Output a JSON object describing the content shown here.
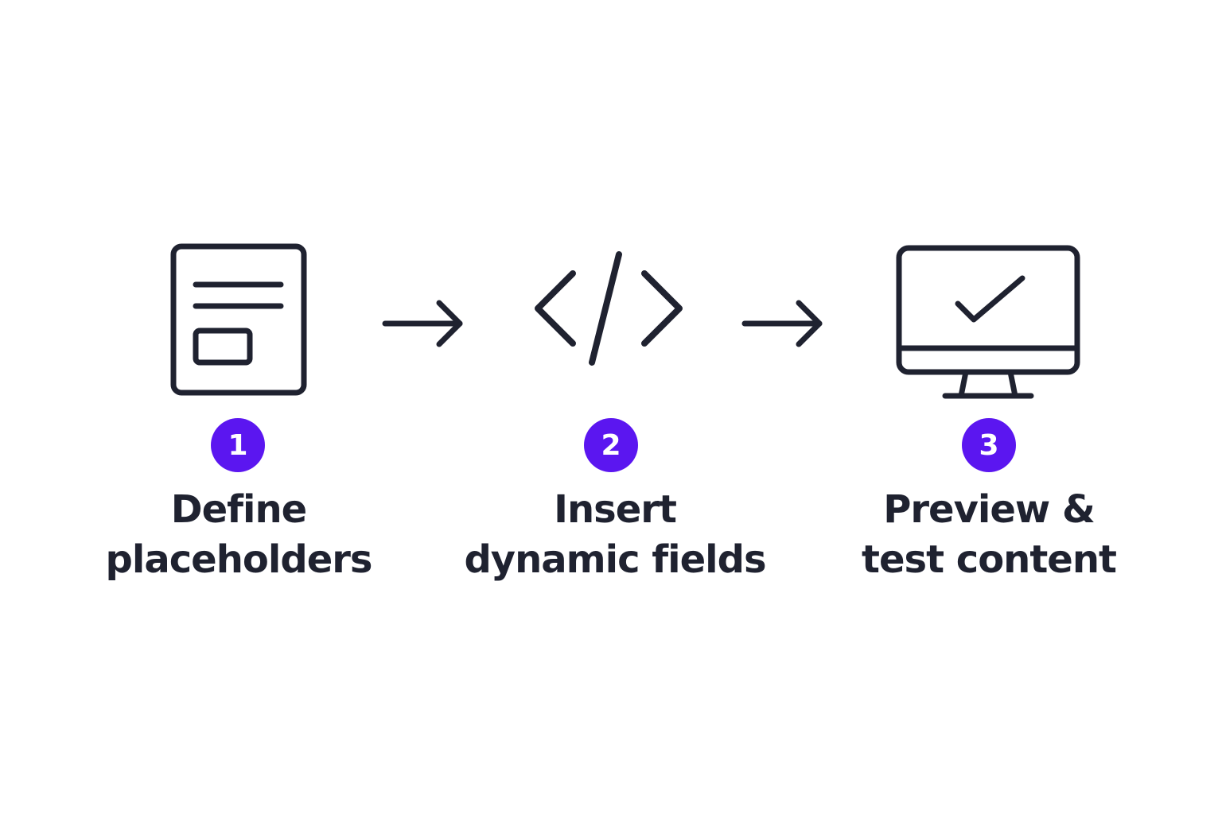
{
  "colors": {
    "ink": "#1f2230",
    "accent": "#5b16f0",
    "background": "#ffffff"
  },
  "steps": [
    {
      "number": "1",
      "icon": "document-icon",
      "line1": "Define",
      "line2": "placeholders"
    },
    {
      "number": "2",
      "icon": "code-icon",
      "line1": "Insert",
      "line2": "dynamic fields"
    },
    {
      "number": "3",
      "icon": "monitor-check-icon",
      "line1": "Preview &",
      "line2": "test content"
    }
  ],
  "connectors": [
    {
      "icon": "arrow-right-icon"
    },
    {
      "icon": "arrow-right-icon"
    }
  ]
}
